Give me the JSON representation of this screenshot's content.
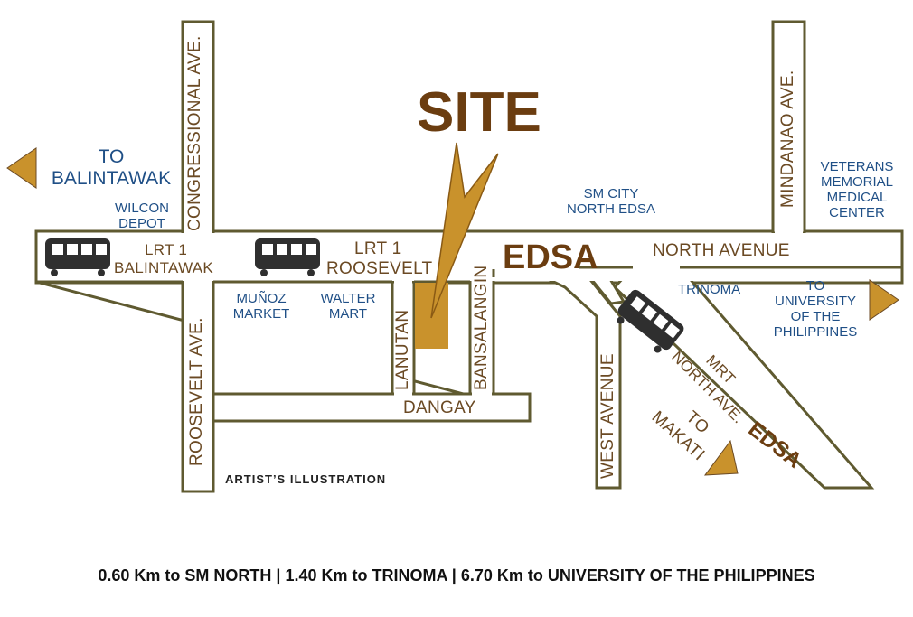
{
  "map": {
    "site_label": "SITE",
    "roads": {
      "edsa_main": "EDSA",
      "edsa_diagonal": "EDSA",
      "congressional": "CONGRESSIONAL AVE.",
      "roosevelt": "ROOSEVELT AVE.",
      "mindanao": "MINDANAO AVE.",
      "north_avenue": "NORTH AVENUE",
      "west_avenue": "WEST AVENUE",
      "lanutan": "LANUTAN",
      "bansalangin": "BANSALANGIN",
      "dangay": "DANGAY"
    },
    "stations": {
      "lrt_balintawak_line1": "LRT 1",
      "lrt_balintawak_line2": "BALINTAWAK",
      "lrt_roosevelt_line1": "LRT 1",
      "lrt_roosevelt_line2": "ROOSEVELT",
      "mrt_north_line1": "MRT",
      "mrt_north_line2": "NORTH AVE."
    },
    "places": {
      "wilcon_line1": "WILCON",
      "wilcon_line2": "DEPOT",
      "muñoz_line1": "MUÑOZ",
      "muñoz_line2": "MARKET",
      "walter_line1": "WALTER",
      "walter_line2": "MART",
      "sm_line1": "SM CITY",
      "sm_line2": "NORTH EDSA",
      "trinoma": "TRINOMA",
      "veterans_line1": "VETERANS",
      "veterans_line2": "MEMORIAL",
      "veterans_line3": "MEDICAL",
      "veterans_line4": "CENTER"
    },
    "directions": {
      "balintawak_line1": "TO",
      "balintawak_line2": "BALINTAWAK",
      "up_line1": "TO",
      "up_line2": "UNIVERSITY",
      "up_line3": "OF THE",
      "up_line4": "PHILIPPINES",
      "makati_line1": "TO",
      "makati_line2": "MAKATI"
    },
    "credit": "ARTIST’S ILLUSTRATION",
    "colors": {
      "road_outline": "#5f5a30",
      "site_marker": "#c9922c",
      "arrow": "#c9922c",
      "road_text": "#6b4a24",
      "place_text": "#1f4f86",
      "train": "#2f2f2f"
    }
  },
  "footer": {
    "distances": "0.60 Km to SM NORTH | 1.40 Km to TRINOMA | 6.70 Km to UNIVERSITY OF THE PHILIPPINES"
  }
}
